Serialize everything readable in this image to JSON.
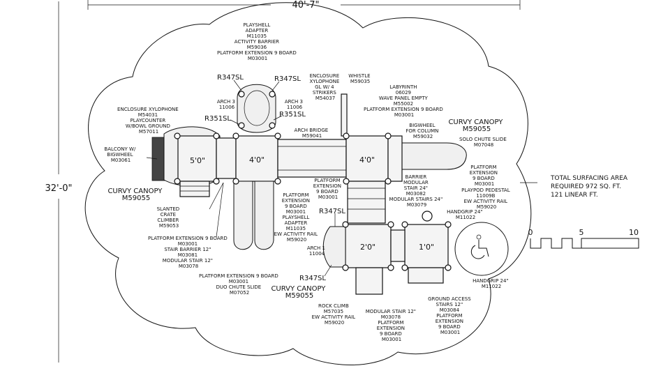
{
  "dimensions": {
    "width_label": "40'-7\"",
    "height_label": "32'-0\""
  },
  "surfacing": {
    "line1": "TOTAL SURFACING AREA",
    "line2": "REQUIRED 972 SQ. FT.",
    "line3": "121 LINEAR FT."
  },
  "scale": {
    "t0": "0",
    "t5": "5",
    "t10": "10"
  },
  "decks": {
    "d1": "5'0\"",
    "d2": "4'0\"",
    "d3": "4'0\"",
    "d4": "2'0\"",
    "d5": "1'0\""
  },
  "labels": {
    "playshell": [
      "PLAYSHELL",
      "ADAPTER",
      "M11035",
      "ACTIVITY BARRIER",
      "M59036",
      "PLATFORM EXTENSION 9 BOARD",
      "M03001"
    ],
    "r347_a": "R347SL",
    "r347_b": "R347SL",
    "arch3_a": [
      "ARCH 3",
      "11006"
    ],
    "arch3_b": [
      "ARCH 3",
      "11006"
    ],
    "r351_a": "R351SL",
    "r351_b": "R351SL",
    "enclosure_xylo": [
      "ENCLOSURE",
      "XYLOPHONE",
      "GL W/ 4",
      "STRIKERS",
      "M54037"
    ],
    "whistle": [
      "WHISTLE",
      "M59035"
    ],
    "labyrinth": [
      "LABYRINTH",
      "06029",
      "WAVE PANEL EMPTY",
      "M55002",
      "PLATFORM EXTENSION 9 BOARD",
      "M03001"
    ],
    "enclosure_xylo2": [
      "ENCLOSURE XYLOPHONE",
      "M54031",
      "PLAYCOUNTER",
      "W/BOWL GROUND",
      "M57011"
    ],
    "arch_bridge": [
      "ARCH BRIDGE",
      "M59041"
    ],
    "bigwheel_col": [
      "BIGWHEEL",
      "FOR COLUMN",
      "M59032"
    ],
    "curvy_canopy_tr": [
      "CURVY CANOPY",
      "M59055"
    ],
    "solo_chute": "SOLO CHUTE SLIDE",
    "solo_chute_code": "M07048",
    "balcony": [
      "BALCONY W/",
      "BIGWHEEL",
      "M03061"
    ],
    "curvy_canopy_l": [
      "CURVY CANOPY",
      "M59055"
    ],
    "platform_ext_c": [
      "PLATFORM",
      "EXTENSION",
      "9 BOARD",
      "M03001"
    ],
    "barrier_modular": [
      "BARRIER",
      "MODULAR",
      "STAIR 24\"",
      "M03082",
      "MODULAR STAIRS 24\"",
      "M03079"
    ],
    "platform_ext_r": [
      "PLATFORM",
      "EXTENSION",
      "9 BOARD",
      "M03001"
    ],
    "playpod": [
      "PLAYPOD PEDESTAL",
      "11009B",
      "EW ACTIVITY RAIL",
      "M59020"
    ],
    "handgrip_a": [
      "HANDGRIP 24\"",
      "M11022"
    ],
    "slanted_crate": [
      "SLANTED",
      "CRATE",
      "CLIMBER",
      "M59053"
    ],
    "platform_ext_m": [
      "PLATFORM",
      "EXTENSION",
      "9 BOARD",
      "M03001",
      "PLAYSHELL",
      "ADAPTER",
      "M11035",
      "EW ACTIVITY RAIL",
      "M59020"
    ],
    "r347_c": "R347SL",
    "platform_ext_l": [
      "PLATFORM EXTENSION 9 BOARD",
      "M03001",
      "STAIR BARRIER 12\"",
      "M03081",
      "MODULAR STAIR 12\"",
      "M03078"
    ],
    "arch1": [
      "ARCH 1",
      "11004"
    ],
    "r347_d": "R347SL",
    "duo_chute": [
      "PLATFORM EXTENSION 9 BOARD",
      "M03001",
      "DUO CHUTE SLIDE",
      "M07052"
    ],
    "curvy_canopy_b": [
      "CURVY CANOPY",
      "M59055"
    ],
    "handgrip_b": [
      "HANDGRIP 24\"",
      "M11022"
    ],
    "rock_climb": [
      "ROCK CLIMB",
      "M57035",
      "EW ACTIVITY RAIL",
      "M59020"
    ],
    "modular_stair12": [
      "MODULAR STAIR 12\"",
      "M03078",
      "PLATFORM",
      "EXTENSION",
      "9 BOARD",
      "M03001"
    ],
    "ground_access": [
      "GROUND ACCESS",
      "STAIRS 12\"",
      "M03084",
      "PLATFORM",
      "EXTENSION",
      "9 BOARD",
      "M03001"
    ]
  },
  "colors": {
    "line": "#111111",
    "background": "#ffffff"
  }
}
